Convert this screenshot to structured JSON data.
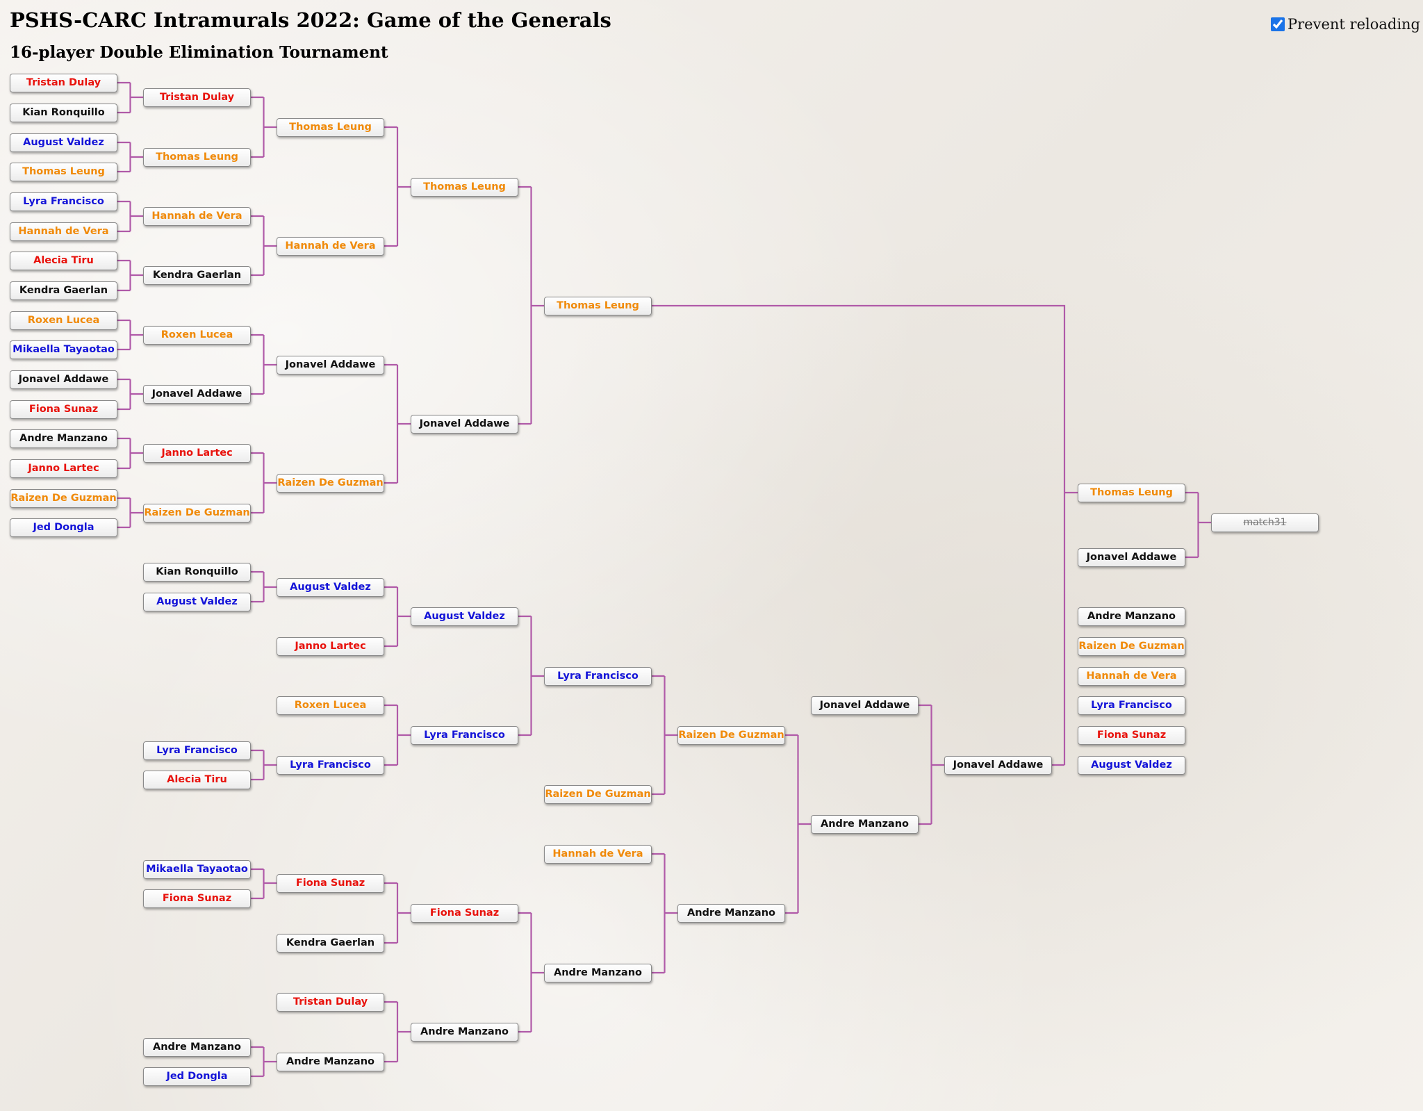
{
  "header": {
    "title": "PSHS-CARC Intramurals 2022: Game of the Generals",
    "subtitle": "16-player Double Elimination Tournament",
    "prevent_reloading_label": "Prevent reloading",
    "prevent_reloading_checked": true
  },
  "colors": {
    "red": "#e8120c",
    "orange": "#f08a0a",
    "blue": "#1414d8",
    "black": "#111111",
    "connector": "#b05aa8"
  },
  "winners_bracket": {
    "round1": [
      {
        "name": "Tristan Dulay",
        "color": "red"
      },
      {
        "name": "Kian Ronquillo",
        "color": "black"
      },
      {
        "name": "August Valdez",
        "color": "blue"
      },
      {
        "name": "Thomas Leung",
        "color": "orange"
      },
      {
        "name": "Lyra Francisco",
        "color": "blue"
      },
      {
        "name": "Hannah de Vera",
        "color": "orange"
      },
      {
        "name": "Alecia Tiru",
        "color": "red"
      },
      {
        "name": "Kendra Gaerlan",
        "color": "black"
      },
      {
        "name": "Roxen Lucea",
        "color": "orange"
      },
      {
        "name": "Mikaella Tayaotao",
        "color": "blue"
      },
      {
        "name": "Jonavel Addawe",
        "color": "black"
      },
      {
        "name": "Fiona Sunaz",
        "color": "red"
      },
      {
        "name": "Andre Manzano",
        "color": "black"
      },
      {
        "name": "Janno Lartec",
        "color": "red"
      },
      {
        "name": "Raizen De Guzman",
        "color": "orange"
      },
      {
        "name": "Jed Dongla",
        "color": "blue"
      }
    ],
    "round2": [
      {
        "name": "Tristan Dulay",
        "color": "red"
      },
      {
        "name": "Thomas Leung",
        "color": "orange"
      },
      {
        "name": "Hannah de Vera",
        "color": "orange"
      },
      {
        "name": "Kendra Gaerlan",
        "color": "black"
      },
      {
        "name": "Roxen Lucea",
        "color": "orange"
      },
      {
        "name": "Jonavel Addawe",
        "color": "black"
      },
      {
        "name": "Janno Lartec",
        "color": "red"
      },
      {
        "name": "Raizen De Guzman",
        "color": "orange"
      }
    ],
    "round3": [
      {
        "name": "Thomas Leung",
        "color": "orange"
      },
      {
        "name": "Hannah de Vera",
        "color": "orange"
      },
      {
        "name": "Jonavel Addawe",
        "color": "black"
      },
      {
        "name": "Raizen De Guzman",
        "color": "orange"
      }
    ],
    "round4": [
      {
        "name": "Thomas Leung",
        "color": "orange"
      },
      {
        "name": "Jonavel Addawe",
        "color": "black"
      }
    ],
    "final": [
      {
        "name": "Thomas Leung",
        "color": "orange"
      }
    ]
  },
  "losers_bracket": {
    "round1": [
      {
        "name": "Kian Ronquillo",
        "color": "black"
      },
      {
        "name": "August Valdez",
        "color": "blue"
      },
      {
        "name": "Lyra Francisco",
        "color": "blue"
      },
      {
        "name": "Alecia Tiru",
        "color": "red"
      },
      {
        "name": "Mikaella Tayaotao",
        "color": "blue"
      },
      {
        "name": "Fiona Sunaz",
        "color": "red"
      },
      {
        "name": "Andre Manzano",
        "color": "black"
      },
      {
        "name": "Jed Dongla",
        "color": "blue"
      }
    ],
    "round2": [
      {
        "name": "August Valdez",
        "color": "blue"
      },
      {
        "name": "Janno Lartec",
        "color": "red"
      },
      {
        "name": "Roxen Lucea",
        "color": "orange"
      },
      {
        "name": "Lyra Francisco",
        "color": "blue"
      },
      {
        "name": "Fiona Sunaz",
        "color": "red"
      },
      {
        "name": "Kendra Gaerlan",
        "color": "black"
      },
      {
        "name": "Tristan Dulay",
        "color": "red"
      },
      {
        "name": "Andre Manzano",
        "color": "black"
      }
    ],
    "round3": [
      {
        "name": "August Valdez",
        "color": "blue"
      },
      {
        "name": "Lyra Francisco",
        "color": "blue"
      },
      {
        "name": "Fiona Sunaz",
        "color": "red"
      },
      {
        "name": "Andre Manzano",
        "color": "black"
      }
    ],
    "round4": [
      {
        "name": "Lyra Francisco",
        "color": "blue"
      },
      {
        "name": "Raizen De Guzman",
        "color": "orange"
      },
      {
        "name": "Hannah de Vera",
        "color": "orange"
      },
      {
        "name": "Andre Manzano",
        "color": "black"
      }
    ],
    "round5": [
      {
        "name": "Raizen De Guzman",
        "color": "orange"
      },
      {
        "name": "Andre Manzano",
        "color": "black"
      }
    ],
    "round6": [
      {
        "name": "Jonavel Addawe",
        "color": "black"
      },
      {
        "name": "Andre Manzano",
        "color": "black"
      }
    ],
    "final": [
      {
        "name": "Jonavel Addawe",
        "color": "black"
      }
    ]
  },
  "grand_final": [
    {
      "name": "Thomas Leung",
      "color": "orange"
    },
    {
      "name": "Jonavel Addawe",
      "color": "black"
    }
  ],
  "champion": {
    "name": "match31",
    "color": "pending"
  },
  "standings": [
    {
      "name": "Andre Manzano",
      "color": "black"
    },
    {
      "name": "Raizen De Guzman",
      "color": "orange"
    },
    {
      "name": "Hannah de Vera",
      "color": "orange"
    },
    {
      "name": "Lyra Francisco",
      "color": "blue"
    },
    {
      "name": "Fiona Sunaz",
      "color": "red"
    },
    {
      "name": "August Valdez",
      "color": "blue"
    }
  ]
}
